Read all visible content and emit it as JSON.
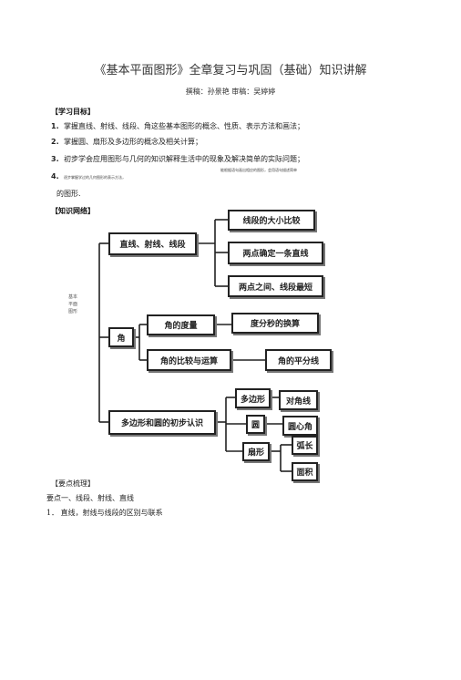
{
  "document": {
    "title": "《基本平面图形》全章复习与巩固（基础）知识讲解",
    "authors": "撰稿：孙景艳  审稿：吴婷婷"
  },
  "objectives": {
    "heading": "【学习目标】",
    "items": [
      {
        "num": "1.",
        "text": "掌握直线、射线、线段、角这些基本图形的概念、性质、表示方法和画法；"
      },
      {
        "num": "2.",
        "text": "掌握圆、扇形及多边形的概念及相关计算；"
      },
      {
        "num": "3.",
        "text": "初步学会应用图形与几何的知识解释生活中的现象及解决简单的实际问题；"
      }
    ],
    "item4_num": "4.",
    "item4_left": "逐步掌握学过的几何图形的表示方法，",
    "item4_right": "能根据语句画出相应的图形，会用语句描述简单",
    "item4_cont": "的图形."
  },
  "network": {
    "heading": "【知识网络】",
    "side_label": "基本平面图形",
    "nodes": {
      "line": "直线、射线、线段",
      "seg_compare": "线段的大小比较",
      "two_points_line": "两点确定一条直线",
      "shortest": "两点之间、线段最短",
      "angle": "角",
      "angle_measure": "角的度量",
      "dms": "度分秒的换算",
      "angle_ops": "角的比较与运算",
      "bisector": "角的平分线",
      "poly_circle": "多边形和圆的初步认识",
      "polygon": "多边形",
      "diagonal": "对角线",
      "circle": "圆",
      "central_angle": "圆心角",
      "sector": "扇形",
      "arc": "弧长",
      "area": "面积"
    }
  },
  "points": {
    "heading": "【要点梳理】",
    "point1": "要点一、线段、射线、直线",
    "item1": "1．  直线，射线与线段的区别与联系"
  }
}
